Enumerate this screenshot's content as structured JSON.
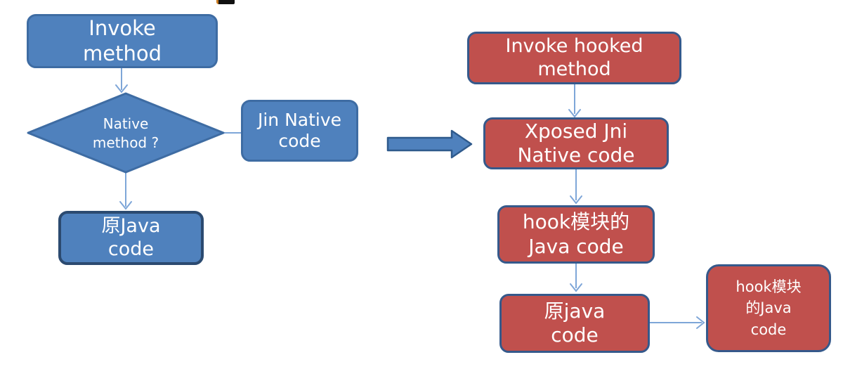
{
  "colors": {
    "blue_fill": "#4F81BD",
    "blue_border": "#3E6CA3",
    "blue_border_dark": "#2B4A70",
    "red_fill": "#C0504D",
    "red_border": "#35598B",
    "connector": "#7EA6D8",
    "big_arrow_fill": "#4F81BD",
    "big_arrow_border": "#2F5A8C",
    "text": "#FFFFFF"
  },
  "flow_left": {
    "invoke_method": "Invoke\nmethod",
    "native_method_decision": "Native\nmethod ?",
    "jin_native_code": "Jin Native\ncode",
    "original_java_code": "原Java\ncode"
  },
  "flow_right": {
    "invoke_hooked_method": "Invoke hooked\nmethod",
    "xposed_jni_native_code": "Xposed Jni\nNative code",
    "hook_module_java_code": "hook模块的\nJava code",
    "original_java_code": "原java\ncode",
    "hook_module_java_code_side": "hook模块\n的Java\ncode"
  }
}
